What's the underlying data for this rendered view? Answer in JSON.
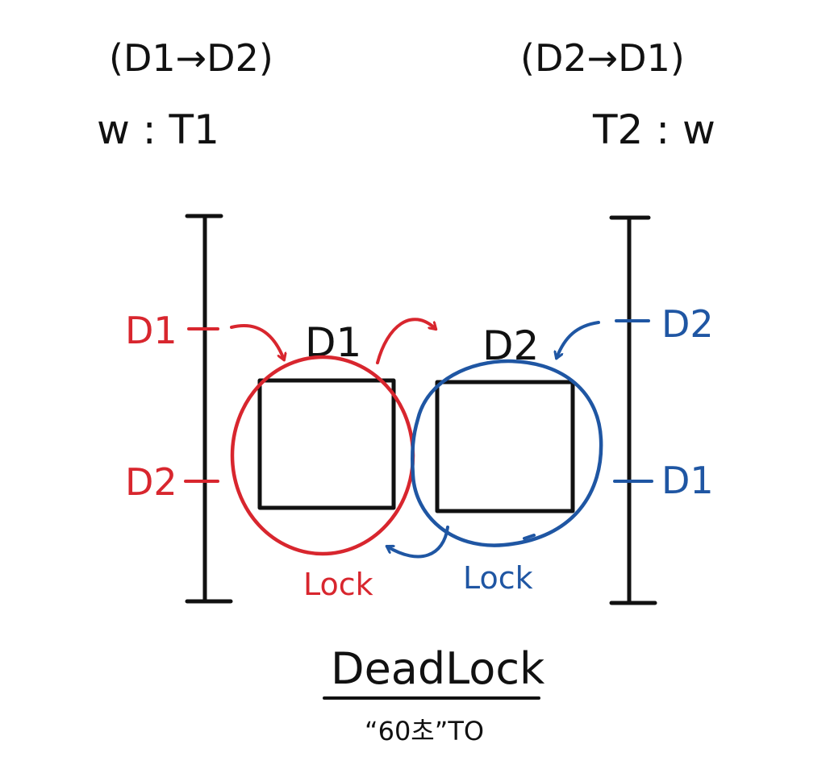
{
  "header": {
    "left_order": "(D1→D2)",
    "left_lock": "w : T1",
    "right_order": "(D2→D1)",
    "right_lock": "T2 : w"
  },
  "timelines": {
    "left": {
      "step1": "D1",
      "step2": "D2"
    },
    "right": {
      "step1": "D2",
      "step2": "D1"
    }
  },
  "resources": {
    "first": {
      "label": "D1"
    },
    "second": {
      "label": "D2"
    }
  },
  "locks": {
    "left_label": "Lock",
    "right_label": "Lock"
  },
  "caption": {
    "title": "DeadLock",
    "note": "“60초”TO"
  },
  "colors": {
    "ink": "#111111",
    "transaction_1": "#d8262e",
    "transaction_2": "#1f56a3"
  }
}
